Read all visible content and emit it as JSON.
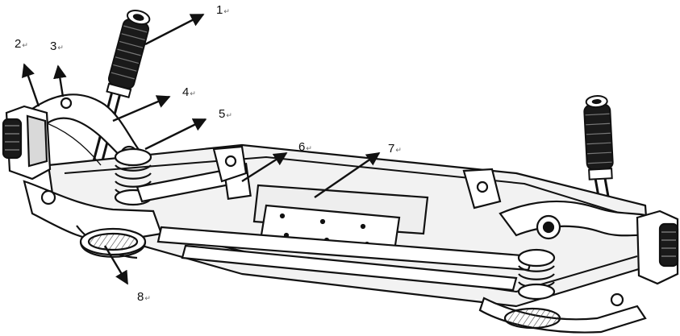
{
  "figure": {
    "callouts": [
      {
        "id": "1",
        "label": "1",
        "mark": "↵"
      },
      {
        "id": "2",
        "label": "2",
        "mark": "↵"
      },
      {
        "id": "3",
        "label": "3",
        "mark": "↵"
      },
      {
        "id": "4",
        "label": "4",
        "mark": "↵"
      },
      {
        "id": "5",
        "label": "5",
        "mark": "↵"
      },
      {
        "id": "6",
        "label": "6",
        "mark": "↵"
      },
      {
        "id": "7",
        "label": "7",
        "mark": "↵"
      },
      {
        "id": "8",
        "label": "8",
        "mark": "↵"
      }
    ],
    "colors": {
      "ink": "#111111",
      "fill_light": "#f2f2f2",
      "fill_mid": "#d9d9d9",
      "fill_dark": "#1a1a1a"
    }
  }
}
